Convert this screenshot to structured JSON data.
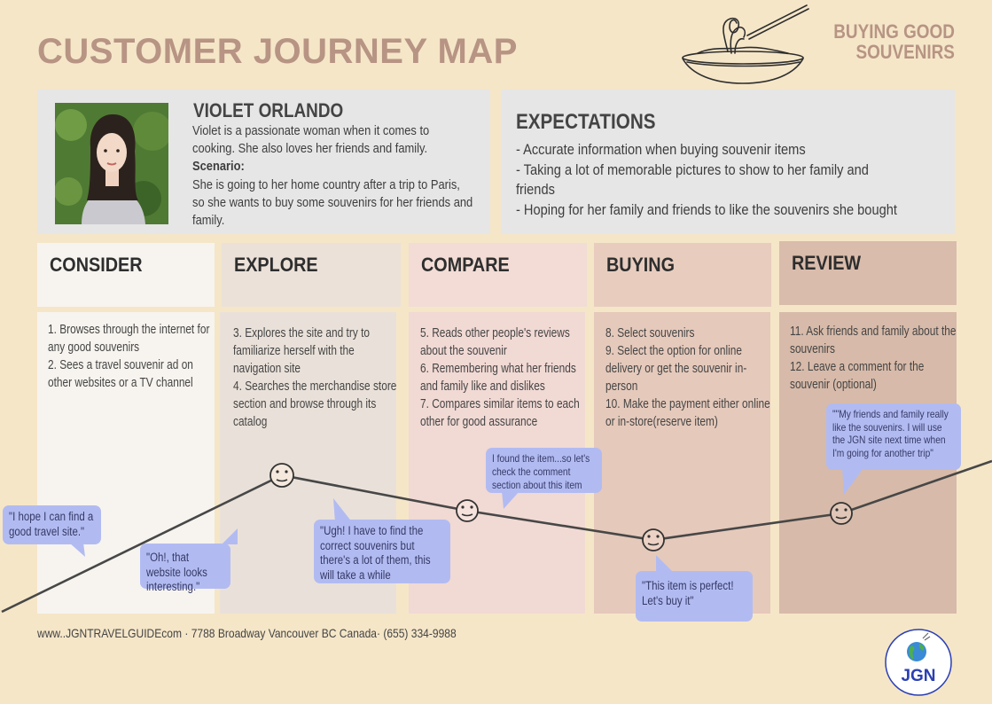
{
  "title": "CUSTOMER JOURNEY MAP",
  "subtitle": "BUYING GOOD\nSOUVENIRS",
  "persona": {
    "name": "VIOLET ORLANDO",
    "description": "Violet is a passionate woman when it comes to cooking. She also loves her friends and family.",
    "scenario_label": "Scenario:",
    "scenario": "She is going to her home country after a trip to Paris, so she wants to buy some souvenirs for her friends and family."
  },
  "expectations": {
    "title": "EXPECTATIONS",
    "items": [
      "- Accurate information when buying souvenir items",
      "- Taking a lot of memorable pictures to show to her family and friends",
      "- Hoping for her family and friends to like the souvenirs she bought"
    ]
  },
  "stages": [
    {
      "title": "CONSIDER",
      "lines": [
        "1. Browses through the internet for any good souvenirs",
        "2. Sees a travel souvenir ad on other websites or a TV channel"
      ],
      "head_color": "#f7f4ef",
      "body_color": "#f7f4ef"
    },
    {
      "title": "EXPLORE",
      "lines": [
        "3. Explores the site and try to familiarize herself with the navigation site",
        "4. Searches the merchandise store section and browse through its catalog"
      ],
      "head_color": "#ebe1d8",
      "body_color": "#e9e1d9"
    },
    {
      "title": "COMPARE",
      "lines": [
        "5. Reads other people's reviews about the souvenir",
        "6. Remembering what her friends and family like and dislikes",
        "7. Compares similar items to each other for good assurance"
      ],
      "head_color": "#f2dcd5",
      "body_color": "#f1d9d4"
    },
    {
      "title": "BUYING",
      "lines": [
        "8. Select souvenirs",
        "9. Select the option for online delivery or get the souvenir in-person",
        "10. Make the payment either online or in-store(reserve item)"
      ],
      "head_color": "#e8cdbf",
      "body_color": "#e5c9bb"
    },
    {
      "title": "REVIEW",
      "lines": [
        "11. Ask friends and family about the souvenirs",
        "12. Leave a comment for the souvenir (optional)"
      ],
      "head_color": "#d9bcab",
      "body_color": "#d7baa9"
    }
  ],
  "quotes": [
    "\"I hope I can find a good travel site.\"",
    "\"Oh!, that website looks interesting.\"",
    "\"Ugh! I have to find the correct souvenirs but there's a lot of them, this will take a while",
    "I found the item...so let's check the comment section about this item",
    "\"This item is perfect! Let's buy it\"",
    "\"\"My friends and family really like the souvenirs.  I will use the JGN site next time when I'm going for another trip\""
  ],
  "footer": "www..JGNTRAVELGUIDEcom · 7788 Broadway Vancouver BC Canada· (655) 334-9988",
  "logo_text": "JGN",
  "icons": [
    "noodle-bowl-icon",
    "smiley-face-icon",
    "globe-icon"
  ],
  "colors": {
    "title": "#b79484",
    "bubble": "#b2bbf1",
    "line": "#474747",
    "logo": "#2b3fb3"
  }
}
